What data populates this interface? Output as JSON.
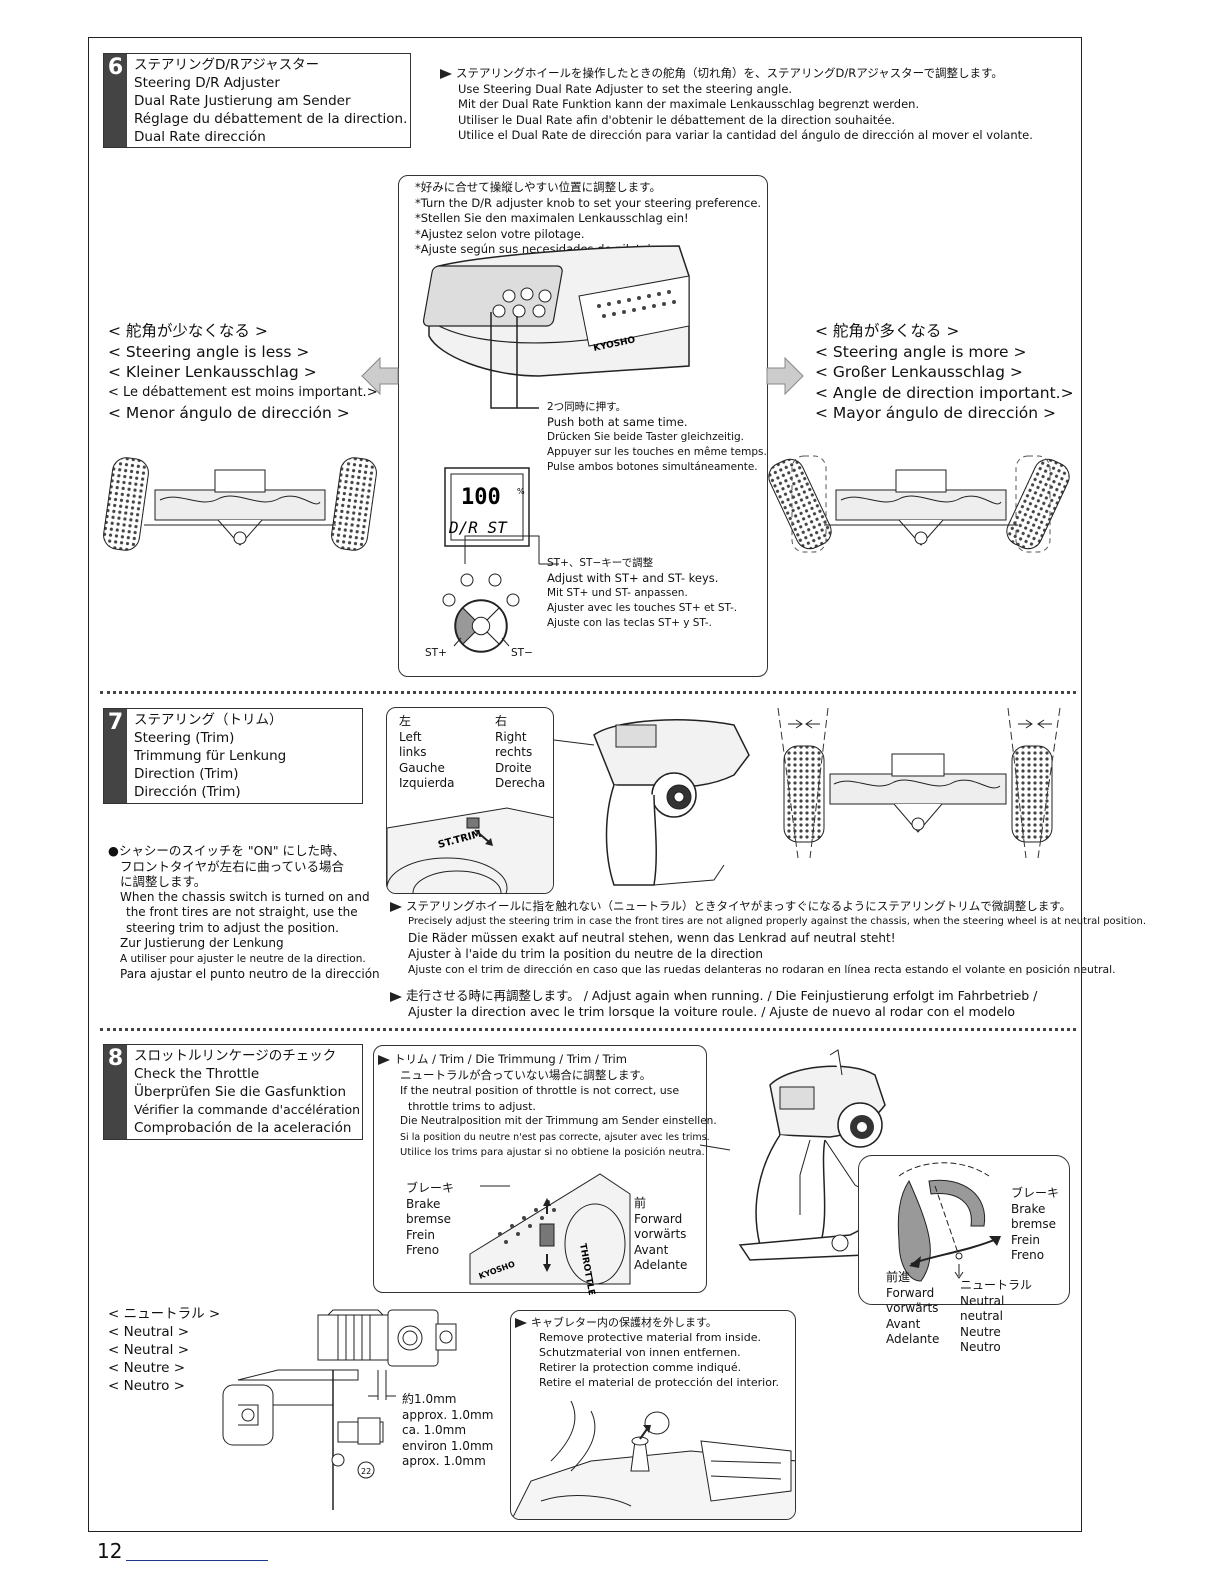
{
  "page_number": "12",
  "s6": {
    "num": "6",
    "title": [
      "ステアリングD/Rアジャスター",
      "Steering D/R Adjuster",
      "Dual Rate Justierung am Sender",
      "Réglage du débattement de la direction.",
      "Dual Rate dirección"
    ],
    "intro": [
      "ステアリングホイールを操作したときの舵角（切れ角）を、ステアリングD/Rアジャスターで調整します。",
      "Use Steering Dual Rate Adjuster to set the steering angle.",
      "Mit der Dual Rate Funktion kann der maximale Lenkausschlag begrenzt werden.",
      "Utiliser le Dual Rate afin d'obtenir le débattement de la direction souhaitée.",
      "Utilice el Dual Rate de dirección para variar la cantidad del ángulo de dirección al mover el volante."
    ],
    "pref": [
      "*好みに合せて操縦しやすい位置に調整します。",
      "*Turn the D/R adjuster knob to set your steering preference.",
      "*Stellen Sie den maximalen Lenkausschlag ein!",
      "*Ajustez selon votre pilotage.",
      "*Ajuste según sus necesidades de pilotaje."
    ],
    "less": [
      "< 舵角が少なくなる >",
      "< Steering angle is less >",
      "< Kleiner Lenkausschlag >",
      "< Le débattement est moins important.>",
      "< Menor ángulo de dirección >"
    ],
    "more": [
      "< 舵角が多くなる >",
      "< Steering angle is more >",
      "< Großer Lenkausschlag >",
      "< Angle de direction important.>",
      "< Mayor ángulo de dirección >"
    ],
    "push": [
      "2つ同時に押す。",
      "Push both at same time.",
      "Drücken Sie beide Taster gleichzeitig.",
      "Appuyer sur les touches en même temps.",
      "Pulse ambos botones simultáneamente."
    ],
    "adjust": [
      "ST+、ST−キーで調整",
      "Adjust with ST+ and ST- keys.",
      "Mit ST+ und ST- anpassen.",
      "Ajuster avec les touches ST+ et ST-.",
      "Ajuste con las teclas ST+ y ST-."
    ],
    "lcd_value": "100",
    "lcd_unit": "%",
    "lcd_label": "D/R ST",
    "st_plus": "ST+",
    "st_minus": "ST−",
    "brand": "KYOSHO"
  },
  "s7": {
    "num": "7",
    "title": [
      "ステアリング（トリム）",
      "Steering (Trim)",
      "Trimmung für Lenkung",
      "Direction (Trim)",
      "Dirección (Trim)"
    ],
    "left": [
      "左",
      "Left",
      "links",
      "Gauche",
      "Izquierda"
    ],
    "right": [
      "右",
      "Right",
      "rechts",
      "Droite",
      "Derecha"
    ],
    "strim": "ST.TRIM",
    "note": [
      "●シャシーのスイッチを \"ON\" にした時、",
      "フロントタイヤが左右に曲っている場合",
      "に調整します。",
      "When the chassis switch is turned on and",
      "the front tires are not straight, use the",
      "steering trim to adjust the position.",
      "Zur Justierung der Lenkung",
      "A utiliser pour ajuster le neutre de la direction.",
      "Para ajustar el punto neutro de la dirección"
    ],
    "main": [
      "ステアリングホイールに指を触れない（ニュートラル）ときタイヤがまっすぐになるようにステアリングトリムで微調整します。",
      "Precisely adjust the steering trim in case the front tires are not aligned properly against the chassis, when the steering wheel is at neutral position.",
      "Die Räder müssen exakt auf neutral stehen, wenn das Lenkrad auf neutral steht!",
      "Ajuster à l'aide du trim la position du neutre de la direction",
      "Ajuste con el trim de dirección en caso que las ruedas delanteras no rodaran en línea recta estando el volante en posición neutral."
    ],
    "again": [
      "走行させる時に再調整します。 /  Adjust again when running. / Die Feinjustierung erfolgt im Fahrbetrieb /",
      "Ajuster la direction avec le trim lorsque la voiture roule. / Ajuste de nuevo al rodar con el modelo"
    ]
  },
  "s8": {
    "num": "8",
    "title": [
      "スロットルリンケージのチェック",
      "Check the Throttle",
      "Überprüfen Sie die Gasfunktion",
      "Vérifier la commande d'accélération",
      "Comprobación de la aceleración"
    ],
    "trim_head": "トリム / Trim / Die Trimmung / Trim / Trim",
    "trim": [
      "ニュートラルが合っていない場合に調整します。",
      "If the neutral position of throttle is not correct, use",
      "throttle trims to adjust.",
      "Die Neutralposition mit der Trimmung am Sender einstellen.",
      "Si la position du neutre n'est pas correcte, ajsuter avec les trims.",
      "Utilice los trims para ajustar si no obtiene la posición neutra."
    ],
    "brake": [
      "ブレーキ",
      "Brake",
      "bremse",
      "Frein",
      "Freno"
    ],
    "forward": [
      "前",
      "Forward",
      "vorwärts",
      "Avant",
      "Adelante"
    ],
    "brake2": [
      "ブレーキ",
      "Brake",
      "bremse",
      "Frein",
      "Freno"
    ],
    "forward2": [
      "前進",
      "Forward",
      "vorwärts",
      "Avant",
      "Adelante"
    ],
    "neutral_r": [
      "ニュートラル",
      "Neutral",
      "neutral",
      "Neutre",
      "Neutro"
    ],
    "neutral": [
      "< ニュートラル >",
      "< Neutral >",
      "< Neutral >",
      "< Neutre >",
      "< Neutro >"
    ],
    "approx": [
      "約1.0mm",
      "approx. 1.0mm",
      "ca. 1.0mm",
      "environ 1.0mm",
      "aprox. 1.0mm"
    ],
    "carb": [
      "キャブレター内の保護材を外します。",
      "Remove protective material from inside.",
      "Schutzmaterial von innen entfernen.",
      "Retirer la protection comme indiqué.",
      "Retire el material de protección del interior."
    ],
    "part_num": "22",
    "throttle_label": "THROTTLE"
  }
}
